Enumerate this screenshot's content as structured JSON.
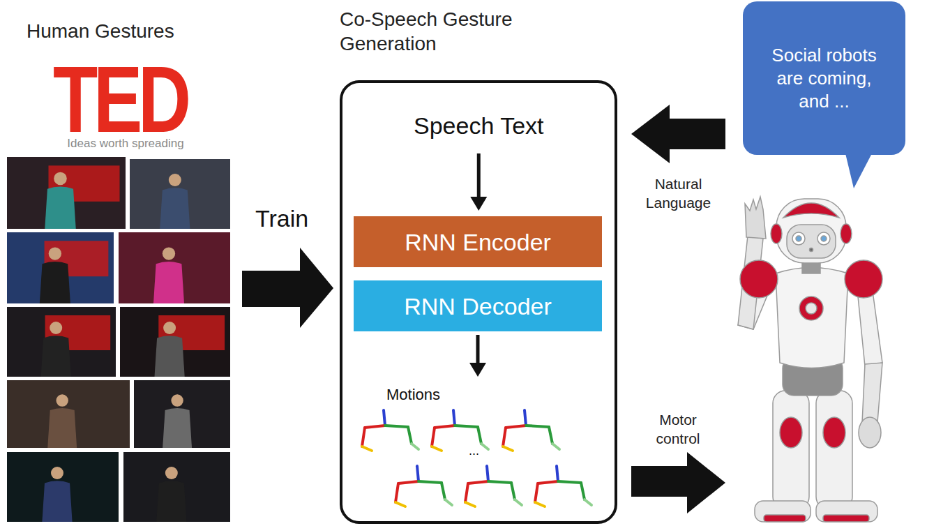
{
  "diagram": {
    "nodes": [
      {
        "text": [
          "Co-Speech Gesture Generation"
        ]
      },
      {
        "text": [
          "Speech Text"
        ],
        "in": 0
      },
      {
        "text": [
          "RNN Encoder"
        ],
        "in": 0
      },
      {
        "text": [
          "RNN Decoder"
        ],
        "in": 0
      },
      {
        "text": [
          "Motions"
        ],
        "in": 0
      },
      {
        "text": [
          "Social robots are coming, and ..."
        ]
      }
    ],
    "edges": [
      {
        "from": 1,
        "to": 2,
        "arrow": "to"
      },
      {
        "from": 3,
        "to": 4,
        "arrow": "to"
      },
      {
        "from": 5,
        "to": 0,
        "arrow": "to"
      }
    ],
    "labels": [
      "Human Gestures",
      "TED",
      "Ideas worth spreading",
      "Train",
      "...",
      "Natural Language",
      "Motor control"
    ]
  }
}
